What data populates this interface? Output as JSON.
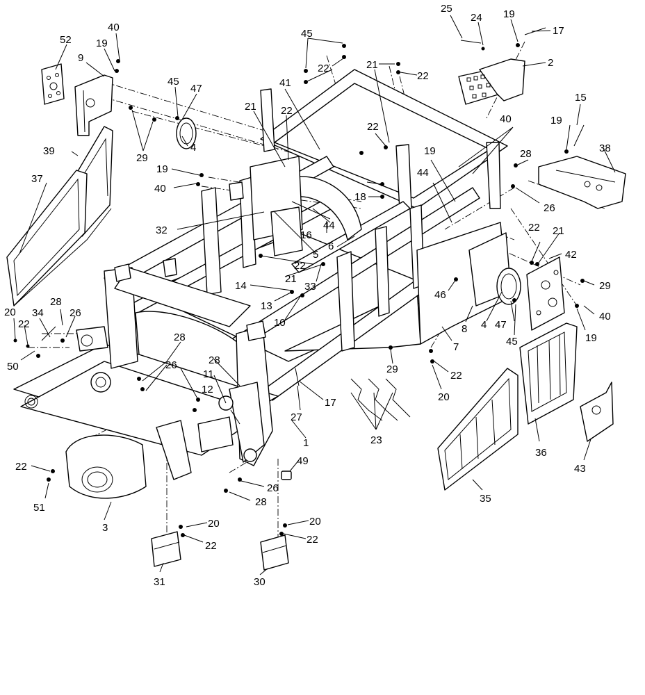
{
  "callouts": [
    {
      "id": "c01",
      "label": "25"
    },
    {
      "id": "c02",
      "label": "24"
    },
    {
      "id": "c03",
      "label": "19"
    },
    {
      "id": "c04",
      "label": "17"
    },
    {
      "id": "c05",
      "label": "2"
    },
    {
      "id": "c06",
      "label": "45"
    },
    {
      "id": "c07",
      "label": "22"
    },
    {
      "id": "c08",
      "label": "21"
    },
    {
      "id": "c09",
      "label": "22"
    },
    {
      "id": "c10",
      "label": "52"
    },
    {
      "id": "c11",
      "label": "40"
    },
    {
      "id": "c12",
      "label": "19"
    },
    {
      "id": "c13",
      "label": "9"
    },
    {
      "id": "c14",
      "label": "41"
    },
    {
      "id": "c15",
      "label": "45"
    },
    {
      "id": "c16",
      "label": "47"
    },
    {
      "id": "c17",
      "label": "21"
    },
    {
      "id": "c18",
      "label": "22"
    },
    {
      "id": "c19",
      "label": "22"
    },
    {
      "id": "c20",
      "label": "40"
    },
    {
      "id": "c21",
      "label": "15"
    },
    {
      "id": "c22",
      "label": "4"
    },
    {
      "id": "c23",
      "label": "29"
    },
    {
      "id": "c24",
      "label": "39"
    },
    {
      "id": "c25",
      "label": "19"
    },
    {
      "id": "c26",
      "label": "19"
    },
    {
      "id": "c27",
      "label": "38"
    },
    {
      "id": "c28",
      "label": "28"
    },
    {
      "id": "c29",
      "label": "37"
    },
    {
      "id": "c30",
      "label": "40"
    },
    {
      "id": "c31",
      "label": "19"
    },
    {
      "id": "c32",
      "label": "18"
    },
    {
      "id": "c33",
      "label": "44"
    },
    {
      "id": "c34",
      "label": "26"
    },
    {
      "id": "c35",
      "label": "32"
    },
    {
      "id": "c36",
      "label": "44"
    },
    {
      "id": "c37",
      "label": "16"
    },
    {
      "id": "c38",
      "label": "22"
    },
    {
      "id": "c39",
      "label": "21"
    },
    {
      "id": "c40",
      "label": "5"
    },
    {
      "id": "c41",
      "label": "6"
    },
    {
      "id": "c42",
      "label": "42"
    },
    {
      "id": "c43",
      "label": "22"
    },
    {
      "id": "c44",
      "label": "21"
    },
    {
      "id": "c45",
      "label": "14"
    },
    {
      "id": "c46",
      "label": "33"
    },
    {
      "id": "c47",
      "label": "29"
    },
    {
      "id": "c48",
      "label": "13"
    },
    {
      "id": "c49",
      "label": "46"
    },
    {
      "id": "c50",
      "label": "10"
    },
    {
      "id": "c51",
      "label": "40"
    },
    {
      "id": "c52",
      "label": "8"
    },
    {
      "id": "c53",
      "label": "4"
    },
    {
      "id": "c54",
      "label": "47"
    },
    {
      "id": "c55",
      "label": "19"
    },
    {
      "id": "c56",
      "label": "20"
    },
    {
      "id": "c57",
      "label": "28"
    },
    {
      "id": "c58",
      "label": "26"
    },
    {
      "id": "c59",
      "label": "22"
    },
    {
      "id": "c60",
      "label": "34"
    },
    {
      "id": "c61",
      "label": "45"
    },
    {
      "id": "c62",
      "label": "7"
    },
    {
      "id": "c63",
      "label": "28"
    },
    {
      "id": "c64",
      "label": "50"
    },
    {
      "id": "c65",
      "label": "29"
    },
    {
      "id": "c66",
      "label": "22"
    },
    {
      "id": "c67",
      "label": "26"
    },
    {
      "id": "c68",
      "label": "28"
    },
    {
      "id": "c69",
      "label": "11"
    },
    {
      "id": "c70",
      "label": "20"
    },
    {
      "id": "c71",
      "label": "12"
    },
    {
      "id": "c72",
      "label": "17"
    },
    {
      "id": "c73",
      "label": "27"
    },
    {
      "id": "c74",
      "label": "36"
    },
    {
      "id": "c75",
      "label": "23"
    },
    {
      "id": "c76",
      "label": "1"
    },
    {
      "id": "c77",
      "label": "43"
    },
    {
      "id": "c78",
      "label": "22"
    },
    {
      "id": "c79",
      "label": "49"
    },
    {
      "id": "c80",
      "label": "51"
    },
    {
      "id": "c81",
      "label": "26"
    },
    {
      "id": "c82",
      "label": "35"
    },
    {
      "id": "c83",
      "label": "28"
    },
    {
      "id": "c84",
      "label": "3"
    },
    {
      "id": "c85",
      "label": "20"
    },
    {
      "id": "c86",
      "label": "20"
    },
    {
      "id": "c87",
      "label": "22"
    },
    {
      "id": "c88",
      "label": "22"
    },
    {
      "id": "c89",
      "label": "31"
    },
    {
      "id": "c90",
      "label": "30"
    }
  ]
}
